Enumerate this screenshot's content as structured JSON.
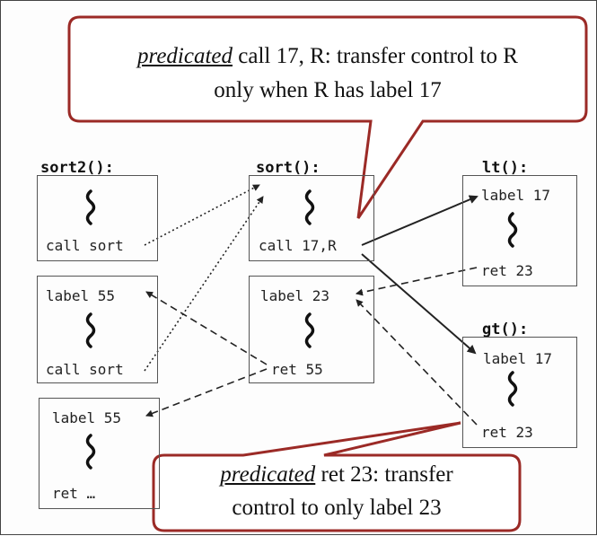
{
  "functions": {
    "sort2": {
      "title": "sort2():"
    },
    "sort": {
      "title": "sort():"
    },
    "lt": {
      "title": "lt():"
    },
    "gt": {
      "title": "gt():"
    }
  },
  "boxes": {
    "sort2_a": {
      "line1": "call sort"
    },
    "sort2_b": {
      "line1": "label 55",
      "line2": "call sort"
    },
    "sort2_c": {
      "line1": "label 55",
      "line2": "ret …"
    },
    "sort_a": {
      "line1": "call 17,R"
    },
    "sort_b": {
      "line1": "label 23",
      "line2": "ret 55"
    },
    "lt": {
      "line1": "label 17",
      "line2": "ret 23"
    },
    "gt": {
      "line1": "label 17",
      "line2": "ret 23"
    }
  },
  "callouts": {
    "top": {
      "emph": "predicated",
      "rest1": " call 17, R: transfer control to R",
      "line2": "only when R has label 17"
    },
    "bottom": {
      "emph": "predicated",
      "rest1": " ret 23: transfer",
      "line2": "control to only label 23"
    }
  },
  "colors": {
    "callout_border": "#9b2a26",
    "arrow": "#222222"
  }
}
